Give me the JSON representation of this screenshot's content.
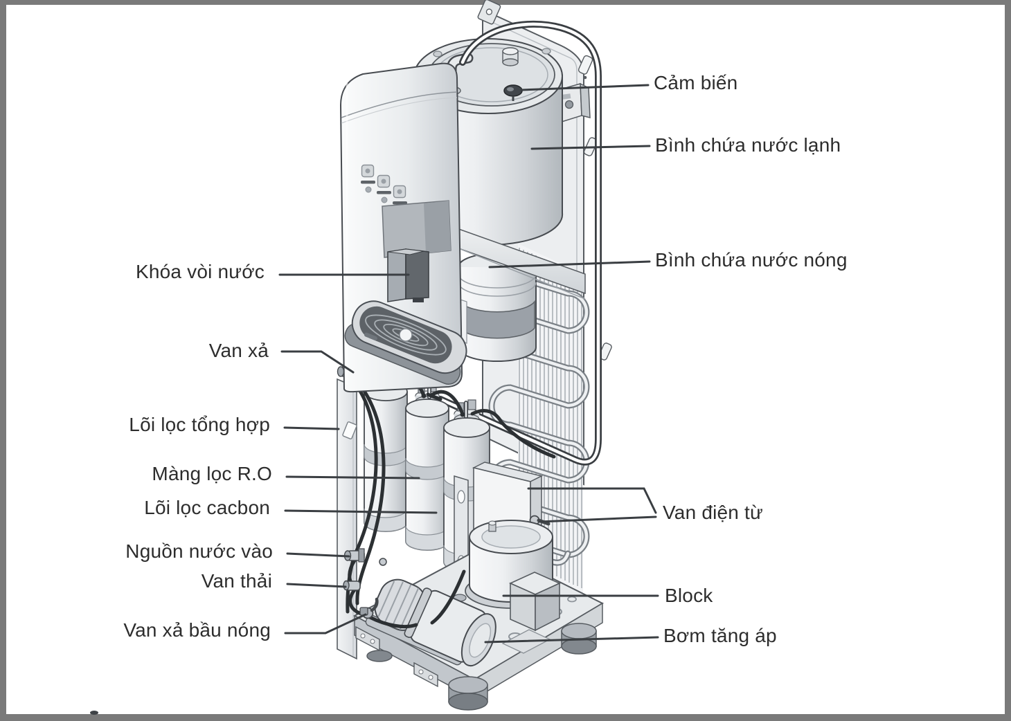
{
  "frame": {
    "border_color": "#7a7a7a",
    "canvas_color": "#ffffff"
  },
  "palette": {
    "ink": "#3a3e42",
    "label_text": "#2d2d2d",
    "metal_light": "#eef0f2",
    "metal_dark": "#b2b8bd"
  },
  "diagram": {
    "kind": "technical-cutaway",
    "subject": "hot-cold water purifier internal components"
  },
  "labels": {
    "left": [
      {
        "id": "khoa-voi-nuoc",
        "text": "Khóa vòi nước"
      },
      {
        "id": "van-xa",
        "text": "Van xả"
      },
      {
        "id": "loi-loc-tong-hop",
        "text": "Lõi lọc tổng hợp"
      },
      {
        "id": "mang-loc-ro",
        "text": "Màng lọc R.O"
      },
      {
        "id": "loi-loc-cacbon",
        "text": "Lõi lọc cacbon"
      },
      {
        "id": "nguon-nuoc-vao",
        "text": "Nguồn nước vào"
      },
      {
        "id": "van-thai",
        "text": "Van thải"
      },
      {
        "id": "van-xa-bau-nong",
        "text": "Van xả bầu nóng"
      }
    ],
    "right": [
      {
        "id": "cam-bien",
        "text": "Cảm biến"
      },
      {
        "id": "binh-chua-nuoc-lanh",
        "text": "Bình chứa nước lạnh"
      },
      {
        "id": "binh-chua-nuoc-nong",
        "text": "Bình chứa nước nóng"
      },
      {
        "id": "van-dien-tu",
        "text": "Van điện từ"
      },
      {
        "id": "block",
        "text": "Block"
      },
      {
        "id": "bom-tang-ap",
        "text": "Bơm tăng áp"
      }
    ]
  }
}
